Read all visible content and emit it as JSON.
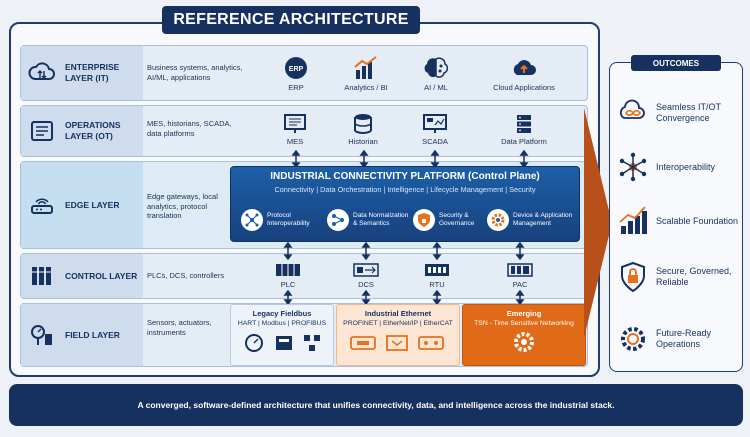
{
  "title": "REFERENCE ARCHITECTURE",
  "layers": {
    "enterprise": {
      "label": "ENTERPRISE LAYER (IT)",
      "desc": "Business systems, analytics, AI/ML, applications",
      "items": [
        "ERP",
        "Analytics / BI",
        "AI / ML",
        "Cloud Applications"
      ]
    },
    "operations": {
      "label": "OPERATIONS LAYER (OT)",
      "desc": "MES, historians, SCADA, data platforms",
      "items": [
        "MES",
        "Historian",
        "SCADA",
        "Data Platform"
      ]
    },
    "edge": {
      "label": "EDGE LAYER",
      "desc": "Edge gateways, local analytics, protocol translation"
    },
    "control": {
      "label": "CONTROL LAYER",
      "desc": "PLCs, DCS, controllers",
      "items": [
        "PLC",
        "DCS",
        "RTU",
        "PAC"
      ]
    },
    "field": {
      "label": "FIELD LAYER",
      "desc": "Sensors, actuators, instruments"
    }
  },
  "platform": {
    "title": "INDUSTRIAL CONNECTIVITY PLATFORM (Control Plane)",
    "subtitle": "Connectivity | Data Orchestration | Intelligence | Lifecycle Management | Security",
    "items": [
      "Protocol Interoperability",
      "Data Normalization & Semantics",
      "Security & Governance",
      "Device & Application Management"
    ]
  },
  "field_boxes": [
    {
      "title": "Legacy Fieldbus",
      "subtitle": "HART | Modbus | PROFIBUS"
    },
    {
      "title": "Industrial Ethernet",
      "subtitle": "PROFINET | EtherNet/IP | EtherCAT"
    },
    {
      "title": "Emerging",
      "subtitle": "TSN - Time Sensitive Networking"
    }
  ],
  "icon_text": {
    "erp": "ERP"
  },
  "outcomes": {
    "title": "OUTCOMES",
    "items": [
      "Seamless IT/OT Convergence",
      "Interoperability",
      "Scalable Foundation",
      "Secure, Governed, Reliable",
      "Future-Ready Operations"
    ]
  },
  "footer": "A converged, software-defined architecture that unifies connectivity, data, and intelligence across the industrial stack.",
  "colors": {
    "navy": "#16305f",
    "blue": "#1d5fa8",
    "orange": "#e8711e",
    "light_blue": "#d9e7f5"
  }
}
